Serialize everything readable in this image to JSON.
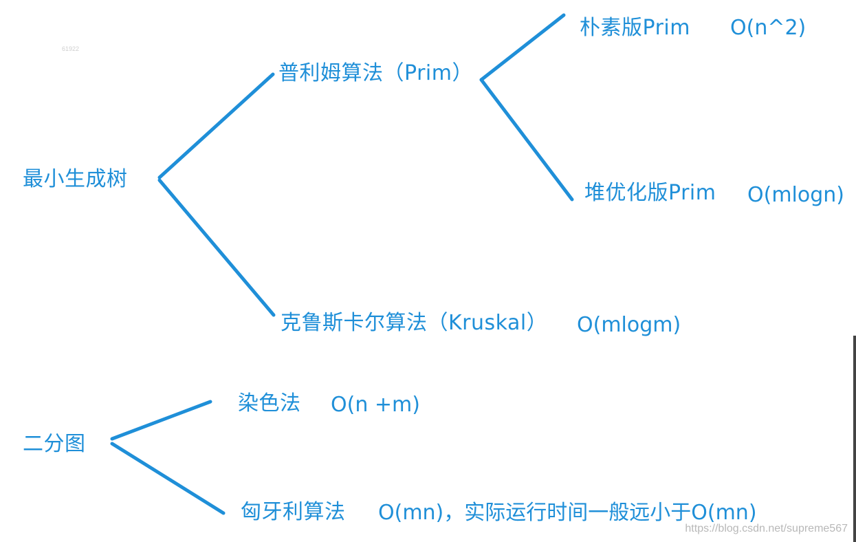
{
  "colors": {
    "background": "#ffffff",
    "accent": "#1f8fd8",
    "watermark": "#b8b8b8"
  },
  "watermark": {
    "top_left_code": "61922",
    "url": "https://blog.csdn.net/supreme567"
  },
  "mst": {
    "root": "最小生成树",
    "prim": {
      "label": "普利姆算法（Prim）",
      "naive": {
        "label": "朴素版Prim",
        "complexity": "O(n^2)"
      },
      "heap": {
        "label": "堆优化版Prim",
        "complexity": "O(mlogn)"
      }
    },
    "kruskal": {
      "label": "克鲁斯卡尔算法（Kruskal）",
      "complexity": "O(mlogm)"
    }
  },
  "bipartite": {
    "root": "二分图",
    "coloring": {
      "label": "染色法",
      "complexity": "O(n +m)"
    },
    "hungarian": {
      "label": "匈牙利算法",
      "complexity": "O(mn)，实际运行时间一般远小于O(mn)"
    }
  }
}
